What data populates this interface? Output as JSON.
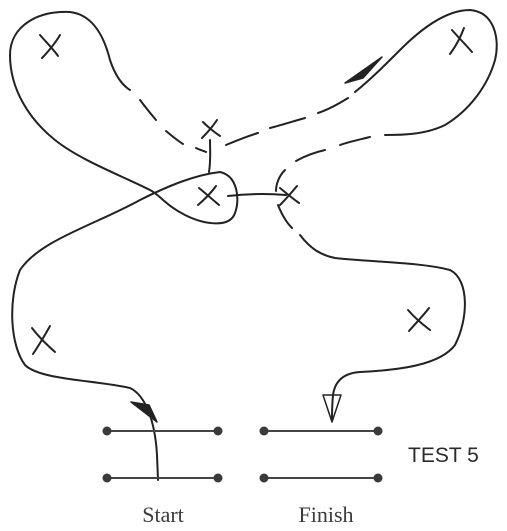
{
  "diagram": {
    "test_label": "TEST 5",
    "start_label": "Start",
    "finish_label": "Finish"
  },
  "colors": {
    "ink": "#222222",
    "dot": "#3a3a3a",
    "line": "#444444",
    "background": "#ffffff"
  },
  "icons": {
    "marker": "x-mark-icon",
    "direction": "arrowhead-icon",
    "gate_post": "dot-icon"
  }
}
